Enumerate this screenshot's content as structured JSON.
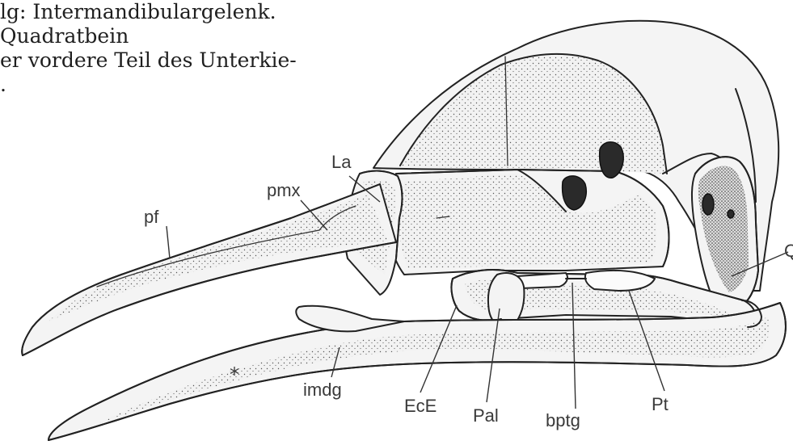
{
  "caption": {
    "line1": "lg: Intermandibulargelenk.",
    "line2": "Quadratbein",
    "line3": "er vordere Teil des Unterkie-",
    "line4": "."
  },
  "labels": {
    "la": "La",
    "pmx": "pmx",
    "pf": "pf",
    "star": "*",
    "imdg": "imdg",
    "ece": "EcE",
    "pal": "Pal",
    "bptg": "bptg",
    "pt": "Pt",
    "q_partial": "Q"
  }
}
